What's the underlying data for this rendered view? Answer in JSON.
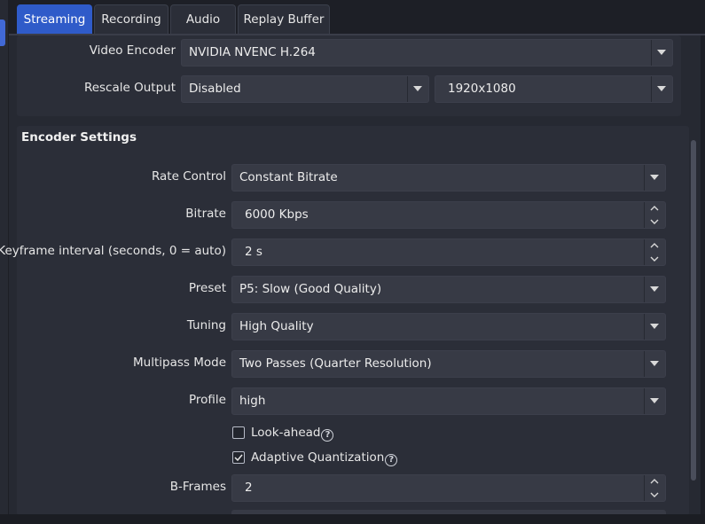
{
  "tabs": [
    {
      "label": "Streaming",
      "active": true
    },
    {
      "label": "Recording",
      "active": false
    },
    {
      "label": "Audio",
      "active": false
    },
    {
      "label": "Replay Buffer",
      "active": false
    }
  ],
  "output": {
    "video_encoder_label": "Video Encoder",
    "video_encoder_value": "NVIDIA NVENC H.264",
    "rescale_label": "Rescale Output",
    "rescale_value": "Disabled",
    "rescale_resolution": "1920x1080"
  },
  "encoder_settings": {
    "heading": "Encoder Settings",
    "rate_control_label": "Rate Control",
    "rate_control_value": "Constant Bitrate",
    "bitrate_label": "Bitrate",
    "bitrate_value": "6000 Kbps",
    "keyframe_label": "Keyframe interval (seconds, 0 = auto)",
    "keyframe_value": "2 s",
    "preset_label": "Preset",
    "preset_value": "P5: Slow (Good Quality)",
    "tuning_label": "Tuning",
    "tuning_value": "High Quality",
    "multipass_label": "Multipass Mode",
    "multipass_value": "Two Passes (Quarter Resolution)",
    "profile_label": "Profile",
    "profile_value": "high",
    "lookahead_label": "Look-ahead",
    "lookahead_checked": false,
    "aq_label": "Adaptive Quantization",
    "aq_checked": true,
    "bframes_label": "B-Frames",
    "bframes_value": "2",
    "help_icon": "?"
  },
  "colors": {
    "accent": "#2f5bc9",
    "background": "#262932",
    "field": "#373a45"
  }
}
